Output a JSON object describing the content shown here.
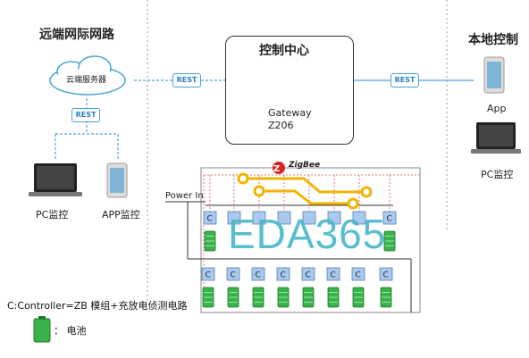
{
  "remote": {
    "title": "远端网际网路",
    "cloud_label": "云端服务器",
    "pc_label": "PC监控",
    "app_label": "APP监控"
  },
  "center": {
    "title": "控制中心",
    "gateway_line1": "Gateway",
    "gateway_line2": "Z206"
  },
  "local": {
    "title": "本地控制",
    "app_label": "App",
    "pc_label": "PC监控"
  },
  "rest_labels": [
    "REST",
    "REST",
    "REST"
  ],
  "zigbee_label": "ZigBee",
  "power_in_label": "Power In",
  "controller_letter": "C",
  "legend": {
    "controller_text": "C:Controller=ZB 模组+充放电侦测电路",
    "battery_text": "：  电池"
  },
  "watermark": "EDA365",
  "colors": {
    "accent_blue": "#4aa3d9",
    "controller_fill": "#a9c9ee",
    "battery_green": "#37b34a",
    "red_wire": "#e05050",
    "watermark": "#46b8c8"
  }
}
